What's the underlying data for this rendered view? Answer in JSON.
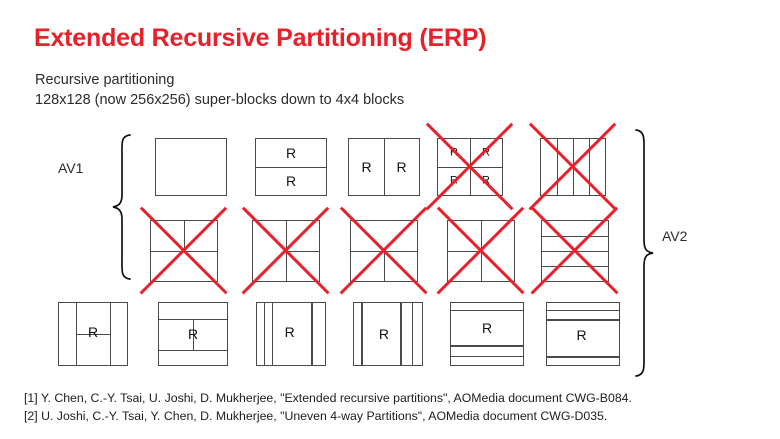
{
  "slide": {
    "title": "Extended Recursive Partitioning (ERP)",
    "title_color": "#e8202a",
    "subtitle_line1": "Recursive partitioning",
    "subtitle_line2": "128x128 (now 256x256) super-blocks down to 4x4 blocks"
  },
  "labels": {
    "av1": "AV1",
    "av2": "AV2",
    "r": "R"
  },
  "colors": {
    "accent_red": "#e8202a",
    "block_stroke": "#4a4a4a",
    "text": "#222222"
  },
  "rows": [
    {
      "name": "row-1",
      "blocks": [
        {
          "id": "none-split",
          "crossed": false,
          "r_labels": 0
        },
        {
          "id": "horz-split",
          "crossed": false,
          "r_labels": 2
        },
        {
          "id": "vert-split",
          "crossed": false,
          "r_labels": 2
        },
        {
          "id": "quad-split",
          "crossed": true,
          "r_labels": 4
        },
        {
          "id": "vert-4way",
          "crossed": true,
          "r_labels": 0
        }
      ]
    },
    {
      "name": "row-2",
      "blocks": [
        {
          "id": "horz-t-top-vsplit",
          "crossed": true,
          "r_labels": 0
        },
        {
          "id": "vert-t-right-hsplit",
          "crossed": true,
          "r_labels": 0
        },
        {
          "id": "horz-t-bot-vsplit",
          "crossed": true,
          "r_labels": 0
        },
        {
          "id": "vert-t-left-hsplit",
          "crossed": true,
          "r_labels": 0
        },
        {
          "id": "horz-4way",
          "crossed": true,
          "r_labels": 0
        }
      ]
    },
    {
      "name": "row-3",
      "blocks": [
        {
          "id": "vert-3-mid-hsplit",
          "crossed": false,
          "r_labels": 1
        },
        {
          "id": "horz-3-mid-vsplit",
          "crossed": false,
          "r_labels": 1
        },
        {
          "id": "uneven-vert-left",
          "crossed": false,
          "r_labels": 1
        },
        {
          "id": "uneven-vert-right",
          "crossed": false,
          "r_labels": 1
        },
        {
          "id": "uneven-horz-top",
          "crossed": false,
          "r_labels": 1
        },
        {
          "id": "uneven-horz-bottom",
          "crossed": false,
          "r_labels": 1
        }
      ]
    }
  ],
  "footnotes": {
    "line1": "[1] Y. Chen, C.-Y. Tsai, U. Joshi, D. Mukherjee, \"Extended recursive partitions\", AOMedia document CWG-B084.",
    "line2": "[2] U. Joshi, C.-Y. Tsai, Y. Chen, D. Mukherjee, \"Uneven 4-way Partitions\", AOMedia document CWG-D035."
  }
}
